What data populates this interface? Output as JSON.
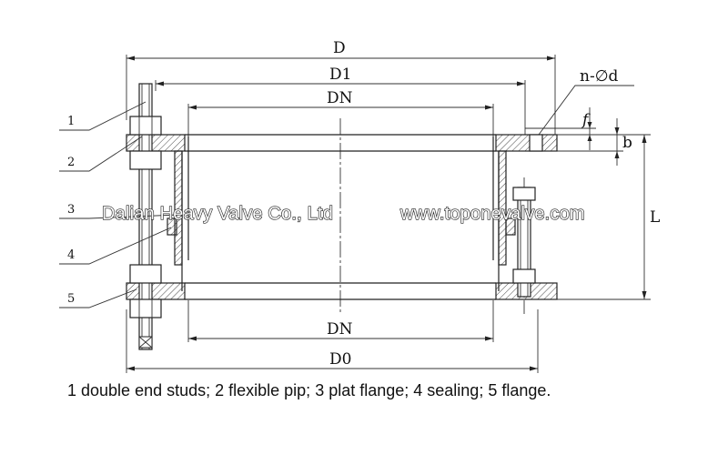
{
  "dimensions": {
    "D": "D",
    "D1": "D1",
    "DN_top": "DN",
    "DN_bottom": "DN",
    "D0": "D0",
    "bolt_holes": "n-∅d",
    "f": "f",
    "b": "b",
    "L": "L"
  },
  "callouts": [
    "1",
    "2",
    "3",
    "4",
    "5"
  ],
  "watermarks": {
    "company": "Dalian Heavy Valve Co., Ltd",
    "website": "www.toponevalve.com"
  },
  "caption": "1 double end studs; 2 flexible pip; 3 plat flange; 4 sealing; 5 flange."
}
